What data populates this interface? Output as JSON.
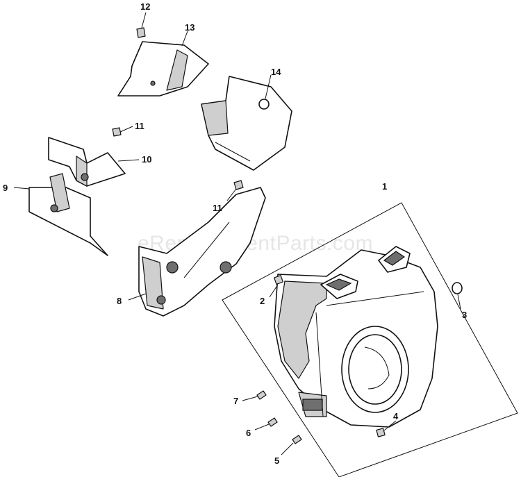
{
  "watermark": "eReplacementParts.com",
  "callouts": {
    "c1": "1",
    "c2": "2",
    "c3": "3",
    "c4": "4",
    "c5": "5",
    "c6": "6",
    "c7": "7",
    "c8": "8",
    "c9": "9",
    "c10": "10",
    "c11a": "11",
    "c11b": "11",
    "c12": "12",
    "c13": "13",
    "c14": "14"
  }
}
